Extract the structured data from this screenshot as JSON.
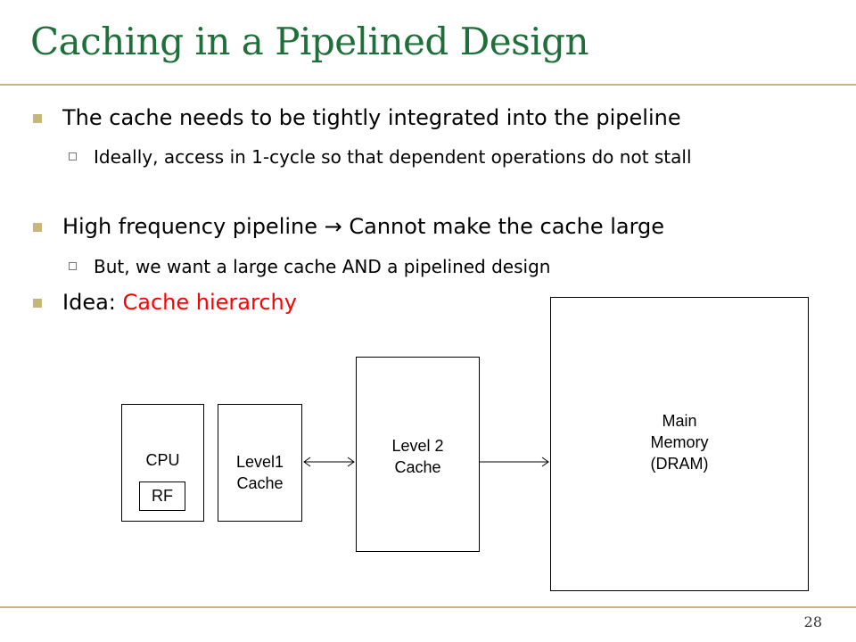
{
  "slide": {
    "title": "Caching in a Pipelined Design",
    "page_number": "28"
  },
  "bullets": [
    {
      "text": "The cache needs to be tightly integrated into the pipeline",
      "sub": [
        "Ideally, access in 1-cycle so that dependent operations do not stall"
      ]
    },
    {
      "text": "High frequency pipeline → Cannot make the cache large",
      "sub": [
        "But, we want a large cache AND a pipelined design"
      ]
    },
    {
      "text_prefix": "Idea: ",
      "text_highlight": "Cache hierarchy"
    }
  ],
  "diagram": {
    "cpu": {
      "label": "CPU",
      "rf": "RF"
    },
    "l1": {
      "line1": "Level1",
      "line2": "Cache"
    },
    "l2": {
      "line1": "Level 2",
      "line2": "Cache"
    },
    "mem": {
      "line1": "Main",
      "line2": "Memory",
      "line3": "(DRAM)"
    }
  },
  "colors": {
    "title": "#1f6f3a",
    "accent_rule": "#c8b77a",
    "highlight": "#ff0000"
  }
}
